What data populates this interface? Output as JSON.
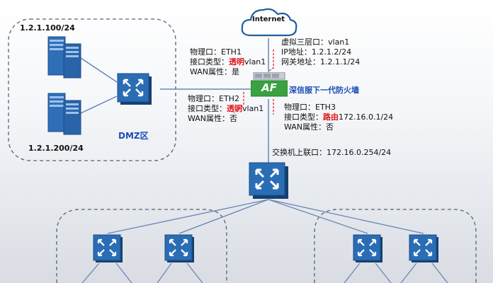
{
  "internet": {
    "label": "Internet"
  },
  "dmz": {
    "top_ip": "1.2.1.100/24",
    "bottom_ip": "1.2.1.200/24",
    "zone_label": "DMZ区"
  },
  "eth1": {
    "port": "物理口：ETH1",
    "type_prefix": "接口类型：",
    "type_mode": "透明",
    "type_suffix": "vlan1",
    "wan": "WAN属性：是"
  },
  "vlan": {
    "name": "虚拟三层口：vlan1",
    "ip": "IP地址：1.2.1.2/24",
    "gateway": "网关地址：1.2.1.1/24"
  },
  "firewall": {
    "badge": "AF",
    "title": "深信服下一代防火墙"
  },
  "eth2": {
    "port": "物理口：ETH2",
    "type_prefix": "接口类型：",
    "type_mode": "透明",
    "type_suffix": "vlan1",
    "wan": "WAN属性：否"
  },
  "eth3": {
    "port": "物理口：ETH3",
    "type_prefix": "接口类型：",
    "type_mode": "路由",
    "type_suffix": "172.16.0.1/24",
    "wan": "WAN属性：否"
  },
  "uplink": {
    "label": "交换机上联口：172.16.0.254/24"
  },
  "colors": {
    "line": "#6b86b8",
    "switch": "#1f5f9e",
    "firewall_green": "#3aa241",
    "accent_red": "#e0161b",
    "accent_blue": "#1a4fb5"
  }
}
